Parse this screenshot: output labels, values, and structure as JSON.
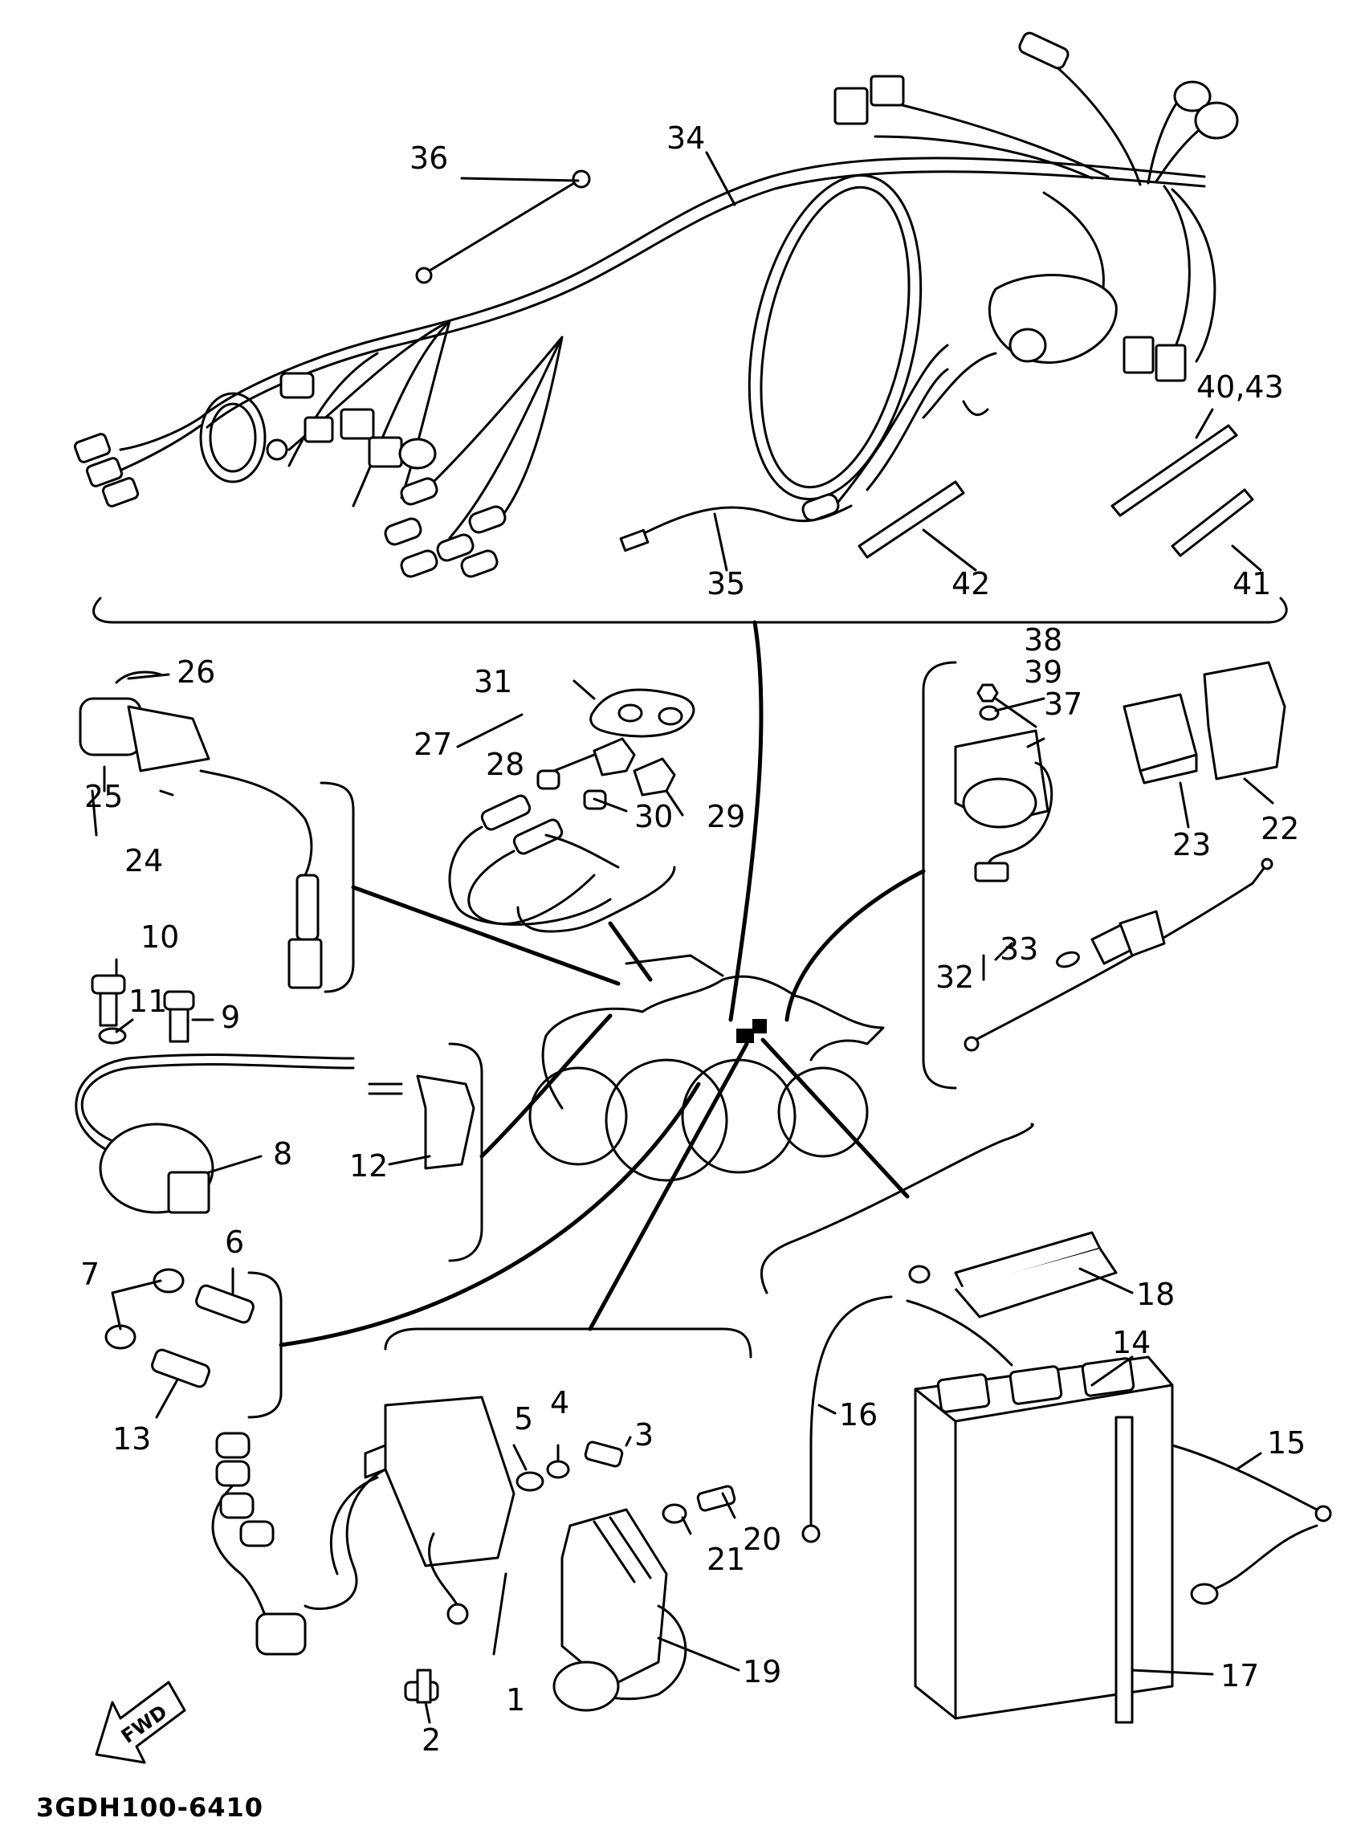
{
  "diagram": {
    "code": "3GDH100-6410",
    "fwd_label": "FWD",
    "callouts": {
      "n1": "1",
      "n2": "2",
      "n3": "3",
      "n4": "4",
      "n5": "5",
      "n6": "6",
      "n7": "7",
      "n8": "8",
      "n9": "9",
      "n10": "10",
      "n11": "11",
      "n12": "12",
      "n13": "13",
      "n14": "14",
      "n15": "15",
      "n16": "16",
      "n17": "17",
      "n18": "18",
      "n19": "19",
      "n20": "20",
      "n21": "21",
      "n22": "22",
      "n23": "23",
      "n24": "24",
      "n25": "25",
      "n26": "26",
      "n27": "27",
      "n28": "28",
      "n29": "29",
      "n30": "30",
      "n31": "31",
      "n32": "32",
      "n33": "33",
      "n34": "34",
      "n35": "35",
      "n36": "36",
      "n37": "37",
      "n38": "38",
      "n39": "39",
      "n40_43": "40,43",
      "n41": "41",
      "n42": "42"
    }
  }
}
